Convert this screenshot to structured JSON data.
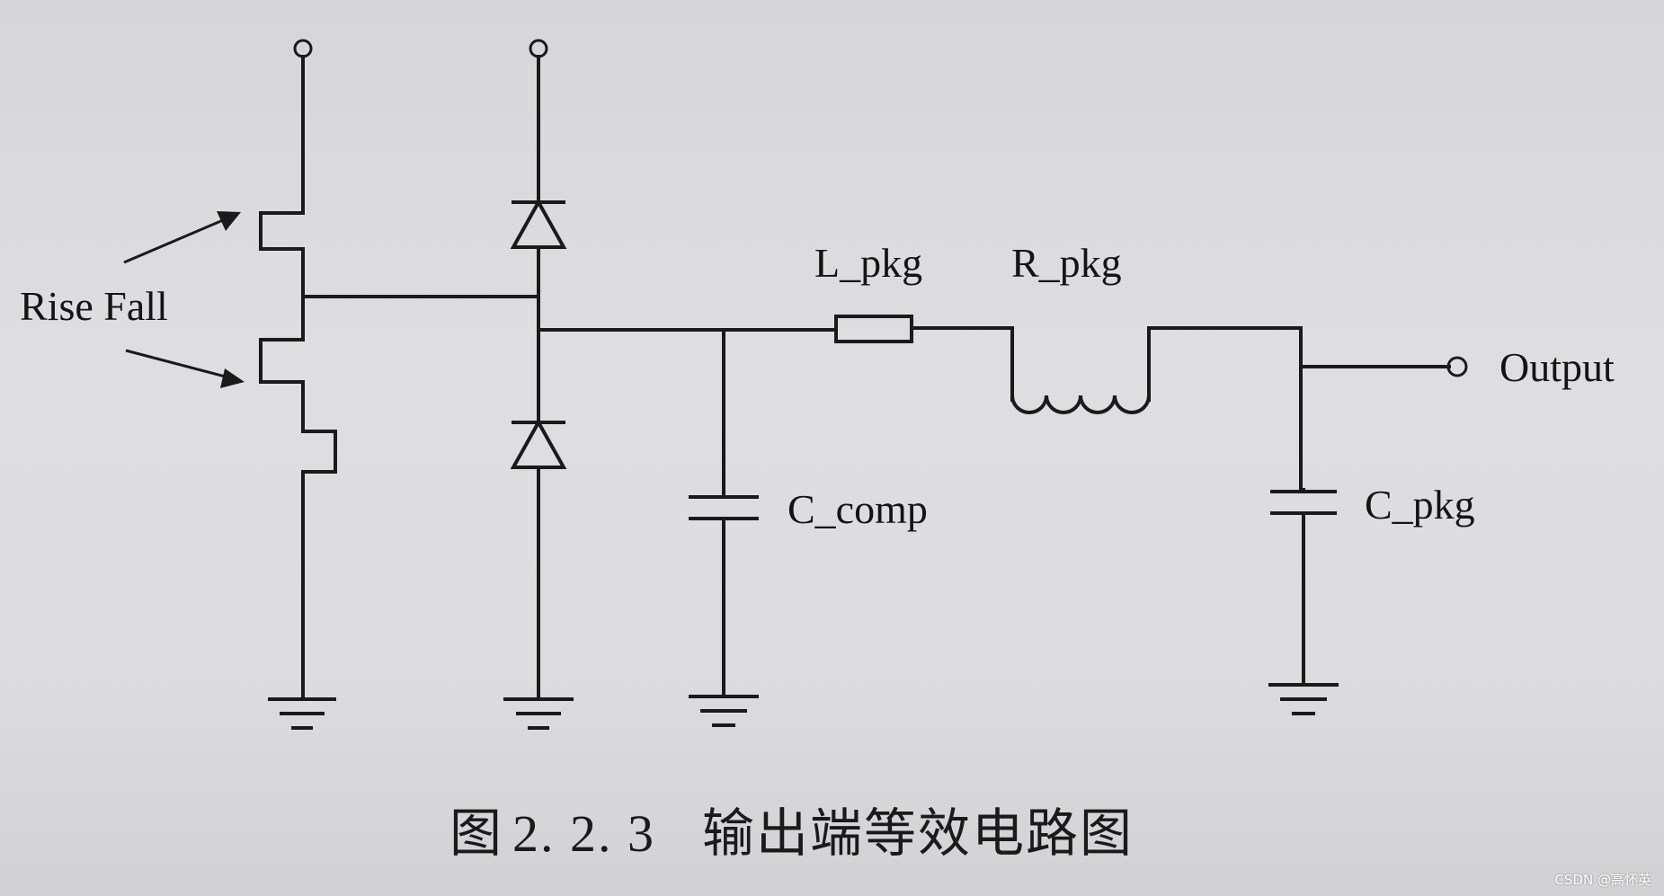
{
  "diagram": {
    "labels": {
      "rise_fall": "Rise Fall",
      "l_pkg": "L_pkg",
      "r_pkg": "R_pkg",
      "output": "Output",
      "c_comp": "C_comp",
      "c_pkg": "C_pkg"
    },
    "caption": {
      "figure_word": "图",
      "figure_number": "2. 2. 3",
      "title": "输出端等效电路图"
    }
  },
  "watermark": "CSDN @高怀英"
}
